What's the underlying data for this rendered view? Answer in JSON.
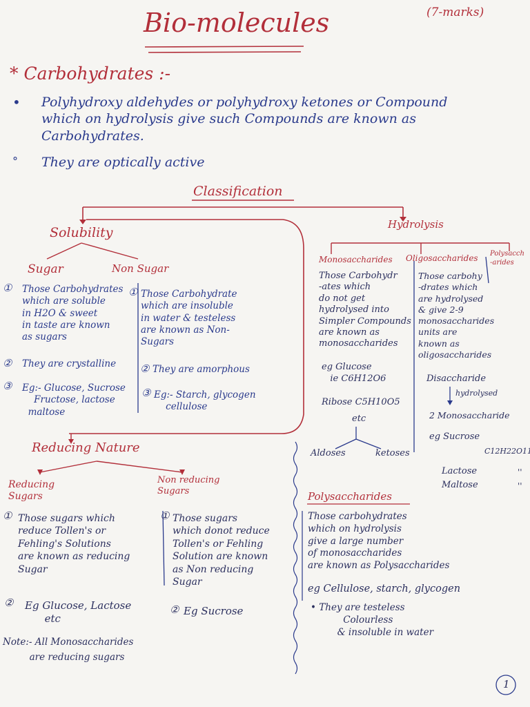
{
  "title": "Bio-molecules",
  "marks": "(7-marks)",
  "carbohydrates": {
    "heading": "* Carbohydrates :-",
    "bullet1": "Polyhydroxy aldehydes or polyhydroxy ketones or Compound\nwhich on hydrolysis give such Compounds are known as\nCarbohydrates.",
    "bullet2": "They are optically active"
  },
  "classification": "Classification",
  "solubility": {
    "label": "Solubility",
    "sugar": "Sugar",
    "non_sugar": "Non Sugar",
    "sugar_point1": "Those Carbohydrates\nwhich are soluble\nin H2O & sweet\nin taste are known\nas sugars",
    "nonsugar_point1": "Those Carbohydrate\nwhich are insoluble\nin water & testeless\nare known as Non-\nSugars",
    "sugar_point2": "They are crystalline",
    "nonsugar_point2": "They are amorphous",
    "sugar_point3": "Eg:- Glucose, Sucrose\n    Fructose, lactose\n  maltose",
    "nonsugar_point3": "Eg:- Starch, glycogen\n    cellulose"
  },
  "hydrolysis": {
    "label": "Hydrolysis",
    "monosaccharides": "Monosaccharides",
    "oligosaccharides": "Oligosaccharides",
    "polysaccharides_short": "Polysacch\n-arides",
    "mono_text": "Those Carbohydr\n-ates which\ndo not get\nhydrolysed into\nSimpler Compounds\nare known as\nmonosaccharides",
    "mono_eg": "eg Glucose\n   ie C6H12O6",
    "ribose": "Ribose C5H10O5",
    "etc": "etc",
    "aldoses": "Aldoses",
    "ketoses": "ketoses",
    "oligo_text": "Those carbohy\n-drates which\nare hydrolysed\n& give 2-9\nmonosaccharides\nunits are\nknown as\noligosaccharides",
    "disaccharide": "Disaccharide",
    "hydrolysed": "hydrolysed",
    "two_mono": "2 Monosaccharide",
    "eg_sucrose": "eg Sucrose",
    "formula": "C12H22O11",
    "lactose": "Lactose",
    "maltose": "Maltose",
    "ditto1": "''",
    "ditto2": "''"
  },
  "reducing": {
    "label": "Reducing Nature",
    "reducing_sugars": "Reducing\nSugars",
    "non_reducing_sugars": "Non reducing\nSugars",
    "red_point1": "Those sugars which\nreduce Tollen's or\nFehling's Solutions\nare known as reducing\nSugar",
    "nonred_point1": "Those sugars\nwhich donot reduce\nTollen's or Fehling\nSolution are known\nas Non reducing\nSugar",
    "red_point2": "Eg Glucose, Lactose\n      etc",
    "nonred_point2": "Eg Sucrose",
    "note": "Note:- All Monosaccharides\n         are reducing sugars"
  },
  "polysaccharides": {
    "heading": "Polysaccharides",
    "text": "Those carbohydrates\nwhich on hydrolysis\ngive a large number\nof monosaccharides\nare known as Polysaccharides",
    "eg": "eg Cellulose, starch, glycogen",
    "point": "• They are testeless\n           Colourless\n         & insoluble in water"
  },
  "page_number": "1",
  "colors": {
    "red_ink": "#b22f3a",
    "blue_ink": "#2a3a8c",
    "paper": "#f6f5f2"
  }
}
